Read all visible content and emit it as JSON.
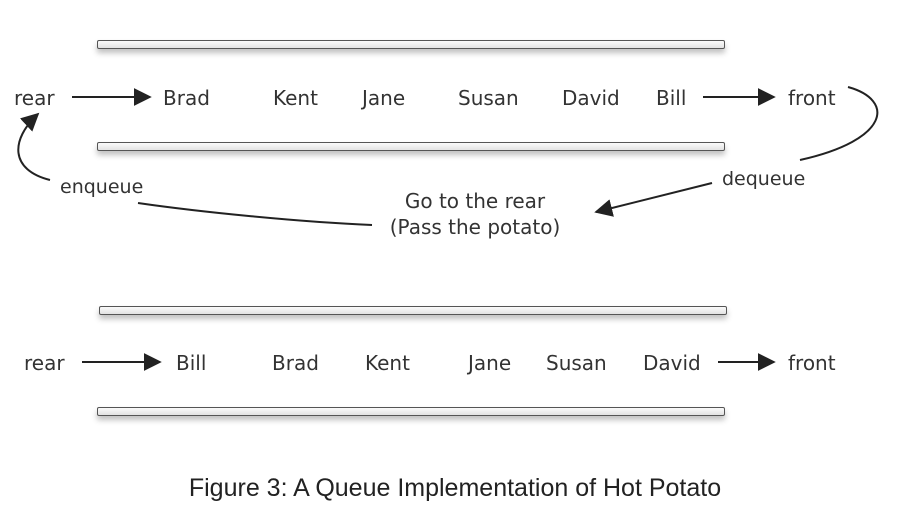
{
  "top": {
    "rear_label": "rear",
    "front_label": "front",
    "items": [
      "Brad",
      "Kent",
      "Jane",
      "Susan",
      "David",
      "Bill"
    ],
    "enqueue_label": "enqueue",
    "dequeue_label": "dequeue",
    "instruction_line1": "Go to the rear",
    "instruction_line2": "(Pass the potato)"
  },
  "bottom": {
    "rear_label": "rear",
    "front_label": "front",
    "items": [
      "Bill",
      "Brad",
      "Kent",
      "Jane",
      "Susan",
      "David"
    ]
  },
  "caption": "Figure 3: A Queue Implementation of Hot Potato"
}
